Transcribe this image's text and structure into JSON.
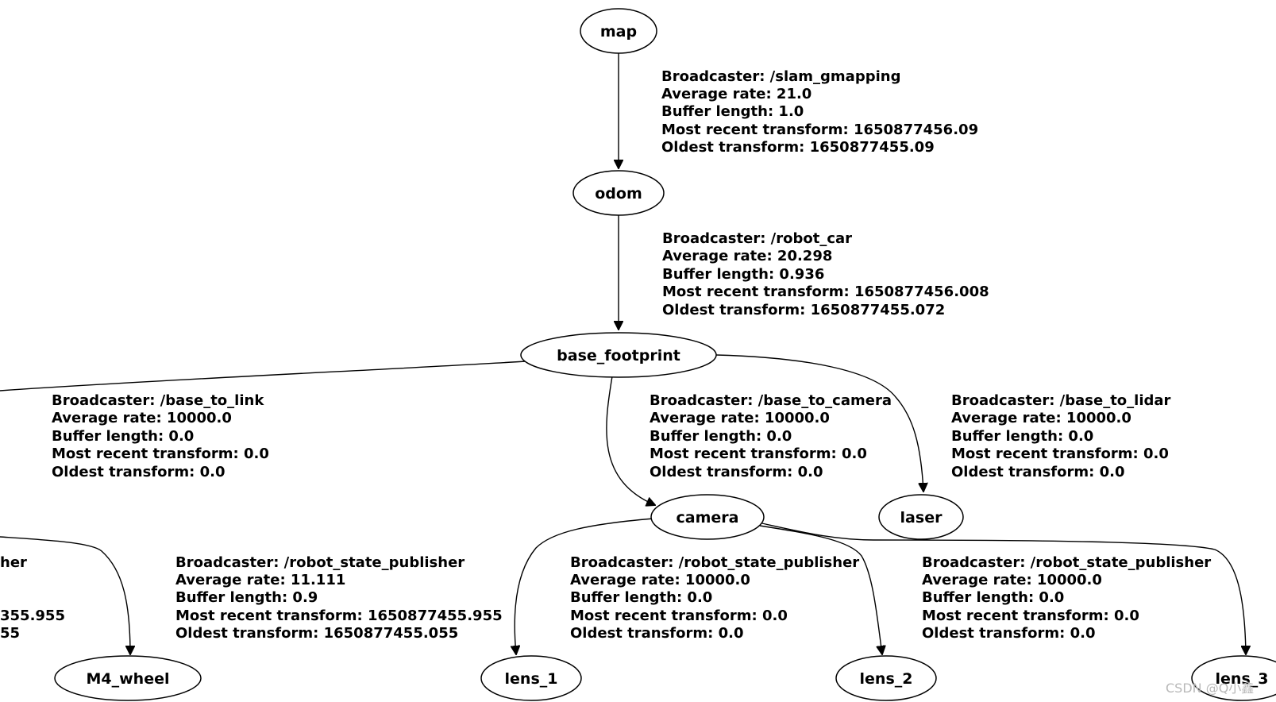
{
  "nodes": {
    "map": "map",
    "odom": "odom",
    "base_footprint": "base_footprint",
    "camera": "camera",
    "laser": "laser",
    "lens_1": "lens_1",
    "lens_2": "lens_2",
    "lens_3": "lens_3",
    "M4_wheel": "M4_wheel"
  },
  "edges": {
    "map_odom": [
      "Broadcaster: /slam_gmapping",
      "Average rate: 21.0",
      "Buffer length: 1.0",
      "Most recent transform: 1650877456.09",
      "Oldest transform: 1650877455.09"
    ],
    "odom_base_footprint": [
      "Broadcaster: /robot_car",
      "Average rate: 20.298",
      "Buffer length: 0.936",
      "Most recent transform: 1650877456.008",
      "Oldest transform: 1650877455.072"
    ],
    "base_footprint_link": [
      "Broadcaster: /base_to_link",
      "Average rate: 10000.0",
      "Buffer length: 0.0",
      "Most recent transform: 0.0",
      "Oldest transform: 0.0"
    ],
    "base_footprint_camera": [
      "Broadcaster: /base_to_camera",
      "Average rate: 10000.0",
      "Buffer length: 0.0",
      "Most recent transform: 0.0",
      "Oldest transform: 0.0"
    ],
    "base_footprint_laser": [
      "Broadcaster: /base_to_lidar",
      "Average rate: 10000.0",
      "Buffer length: 0.0",
      "Most recent transform: 0.0",
      "Oldest transform: 0.0"
    ],
    "left_partial": [
      "her",
      "",
      "355.955",
      "55"
    ],
    "link_m4_wheel": [
      "Broadcaster: /robot_state_publisher",
      "Average rate: 11.111",
      "Buffer length: 0.9",
      "Most recent transform: 1650877455.955",
      "Oldest transform: 1650877455.055"
    ],
    "camera_lens_1": [
      "Broadcaster: /robot_state_publisher",
      "Average rate: 10000.0",
      "Buffer length: 0.0",
      "Most recent transform: 0.0",
      "Oldest transform: 0.0"
    ],
    "camera_lens_2": [
      "Broadcaster: /robot_state_publisher",
      "Average rate: 10000.0",
      "Buffer length: 0.0",
      "Most recent transform: 0.0",
      "Oldest transform: 0.0"
    ]
  },
  "watermark": "CSDN @Q小鑫"
}
